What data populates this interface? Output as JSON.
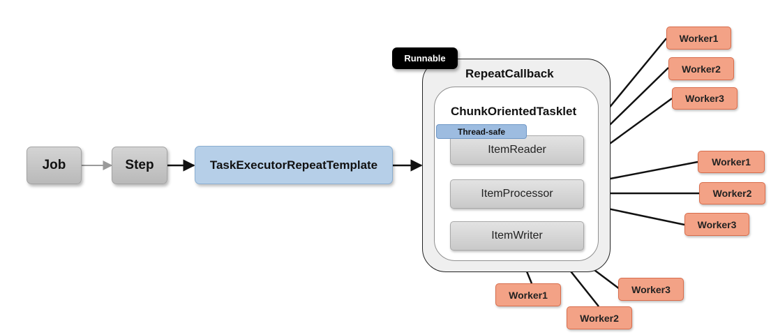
{
  "flow": {
    "job": "Job",
    "step": "Step",
    "template": "TaskExecutorRepeatTemplate"
  },
  "container": {
    "runnable": "Runnable",
    "repeat_callback": "RepeatCallback",
    "tasklet": "ChunkOrientedTasklet",
    "thread_safe": "Thread-safe"
  },
  "items": {
    "reader": "ItemReader",
    "processor": "ItemProcessor",
    "writer": "ItemWriter"
  },
  "workers": {
    "reader": [
      "Worker1",
      "Worker2",
      "Worker3"
    ],
    "processor": [
      "Worker1",
      "Worker2",
      "Worker3"
    ],
    "writer": [
      "Worker1",
      "Worker2",
      "Worker3"
    ]
  },
  "colors": {
    "worker_fill": "#f3a286",
    "template_fill": "#b6cfe8",
    "gray_box": "#c4c4c4",
    "runnable": "#000000"
  }
}
